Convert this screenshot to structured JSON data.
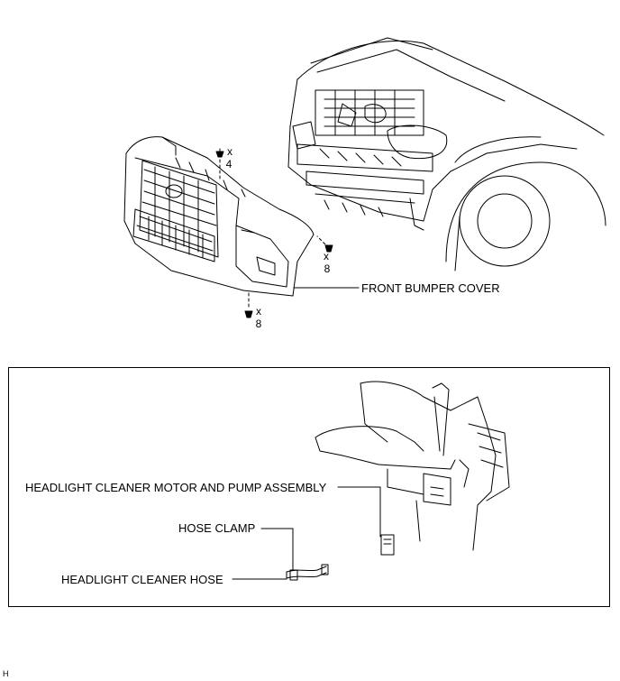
{
  "upper": {
    "front_bumper_cover_label": "FRONT BUMPER COVER",
    "fasteners": [
      {
        "x": "x",
        "count": "4"
      },
      {
        "x": "x",
        "count": "8"
      },
      {
        "x": "x",
        "count": "8"
      }
    ]
  },
  "lower": {
    "motor_pump_label": "HEADLIGHT CLEANER MOTOR AND PUMP ASSEMBLY",
    "hose_clamp_label": "HOSE CLAMP",
    "hose_label": "HEADLIGHT CLEANER HOSE"
  },
  "corner_code": "H"
}
